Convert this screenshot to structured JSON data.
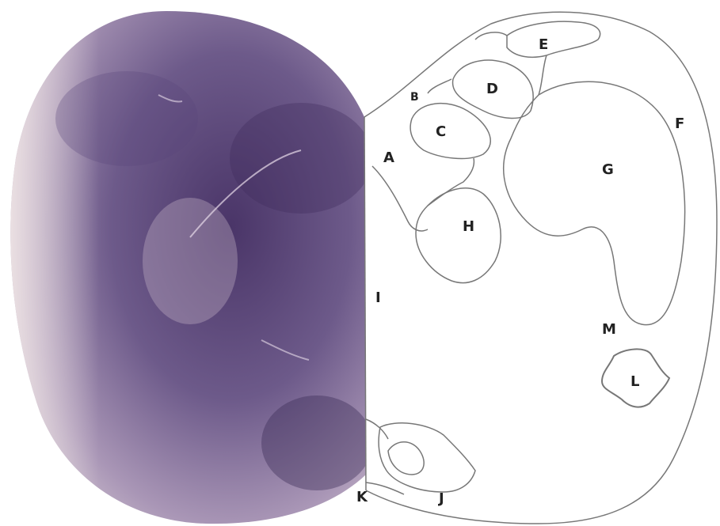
{
  "figure": {
    "stain_color": "#5e4a7e",
    "outline_color": "#777777",
    "labels": {
      "A": "A",
      "B": "B",
      "C": "C",
      "D": "D",
      "E": "E",
      "F": "F",
      "G": "G",
      "H": "H",
      "I": "I",
      "J": "J",
      "K": "K",
      "L": "L",
      "M": "M"
    }
  }
}
